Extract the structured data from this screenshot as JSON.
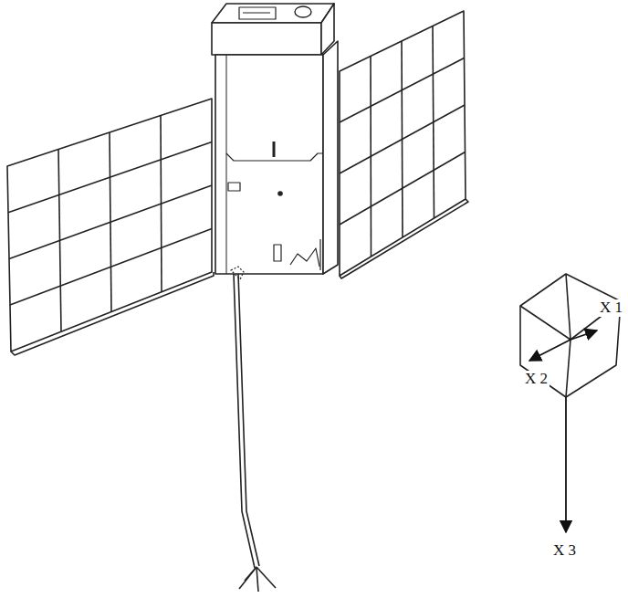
{
  "diagram": {
    "labels": [
      "X 1",
      "X 2",
      "X 3"
    ]
  }
}
